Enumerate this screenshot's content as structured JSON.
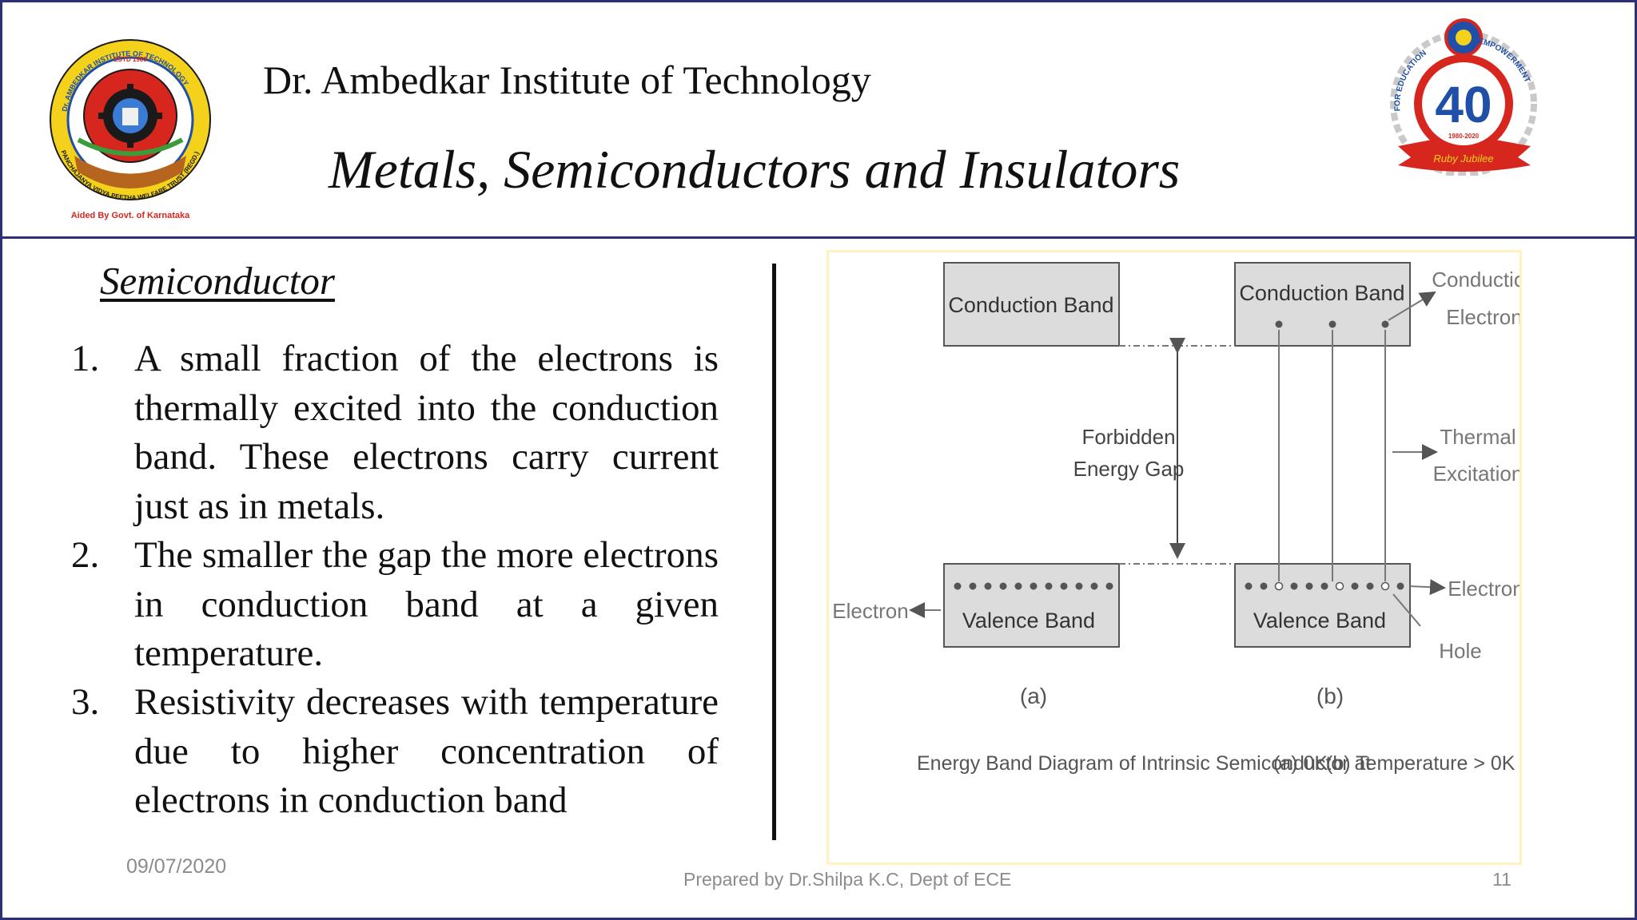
{
  "header": {
    "institute_name": "Dr. Ambedkar Institute of Technology",
    "slide_title": "Metals, Semiconductors and Insulators"
  },
  "logo_left": {
    "ring_top_text": "Dr. AMBEDKAR INSTITUTE OF TECHNOLOGY",
    "estd": "ESTD 1980",
    "ring_bottom_text": "PANCHAJANYA VIDYA PEETHA WELFARE TRUST (REGD.)",
    "caption": "Aided By Govt. of Karnataka"
  },
  "logo_right": {
    "number": "40",
    "arc_left": "FOR EDUCATION",
    "arc_right": "EMPOWERMENT",
    "years": "1980-2020",
    "ribbon": "Ruby Jubilee"
  },
  "content": {
    "heading": "Semiconductor",
    "points": [
      {
        "num": "1.",
        "text": "A small fraction of the electrons is thermally excited into the conduction band. These electrons carry current just as in metals."
      },
      {
        "num": "2.",
        "text": "The smaller the gap the more electrons in conduction band at a given temperature."
      },
      {
        "num": "3.",
        "text": "Resistivity decreases with temperature due to higher concentration of electrons in conduction band"
      }
    ]
  },
  "diagram": {
    "a": {
      "conduction_band": "Conduction Band",
      "valence_band": "Valence Band",
      "electron_label": "Electron",
      "label": "(a)"
    },
    "gap_label_1": "Forbidden",
    "gap_label_2": "Energy Gap",
    "b": {
      "conduction_band": "Conduction Band",
      "valence_band": "Valence Band",
      "conduction_electron_1": "Conduction",
      "conduction_electron_2": "Electron",
      "thermal_1": "Thermal",
      "thermal_2": "Excitation",
      "electron_label": "Electron",
      "hole_label": "Hole",
      "label": "(b)"
    },
    "caption_prefix": "Energy Band Diagram of Intrinsic Semiconductor at",
    "caption_a": "(a) 0K",
    "caption_b": "(b) Temperature > 0K"
  },
  "footer": {
    "date": "09/07/2020",
    "credit": "Prepared by Dr.Shilpa K.C, Dept of ECE",
    "page": "11"
  },
  "colors": {
    "border": "#2b2f7a",
    "band_fill": "#dcdcdc",
    "logo_red": "#d7261e",
    "logo_blue": "#1f4fa8",
    "diagram_frame": "#fff2c0"
  }
}
